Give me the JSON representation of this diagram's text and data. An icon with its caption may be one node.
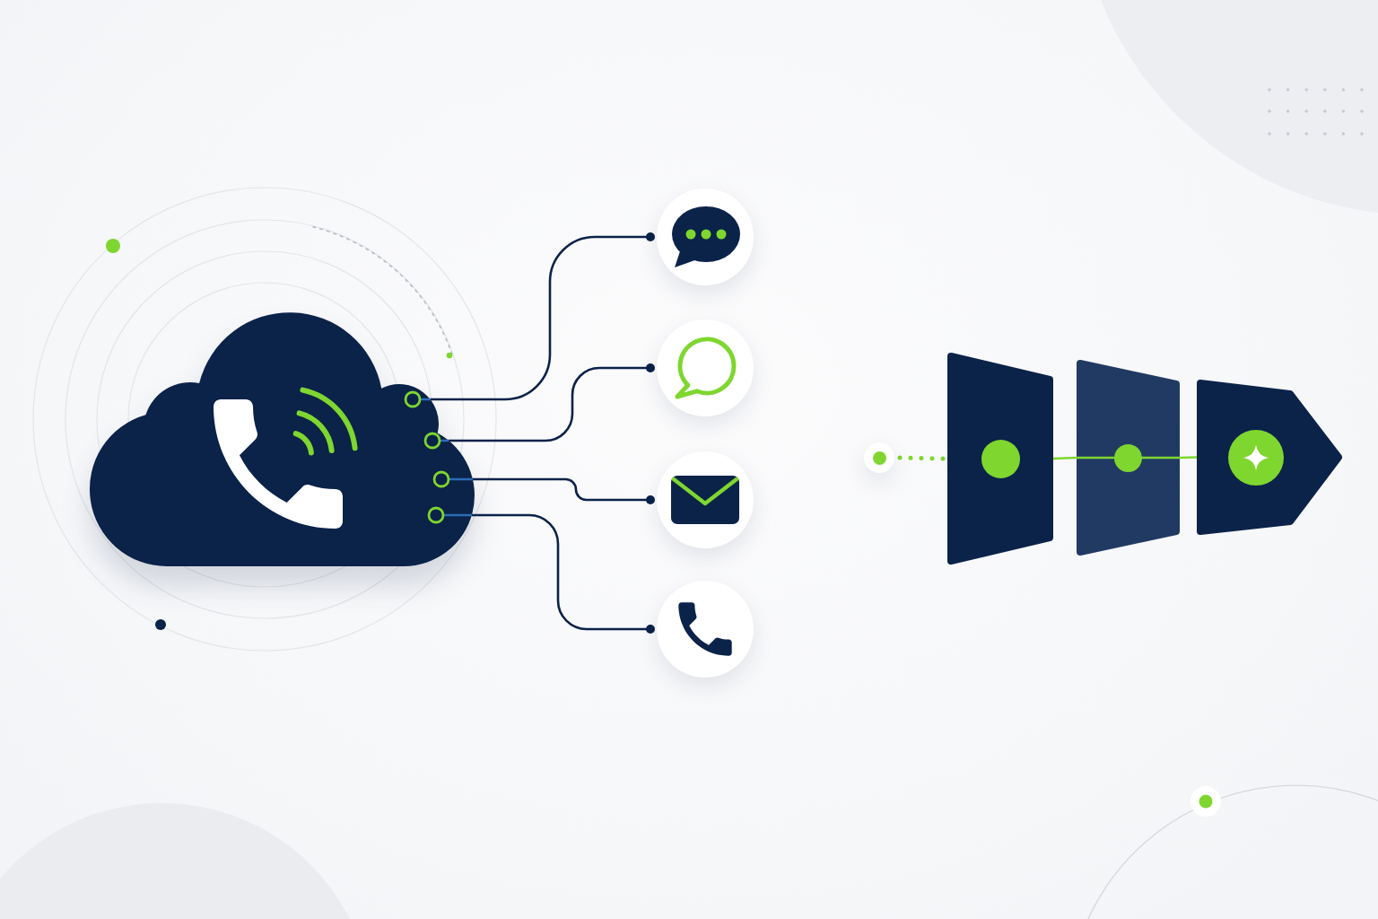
{
  "diagram": {
    "nodes": [
      {
        "text": [],
        "shape": "cloud"
      },
      {
        "text": [],
        "shape": "circle"
      },
      {
        "text": [],
        "shape": "circle"
      },
      {
        "text": [],
        "shape": "circle"
      },
      {
        "text": [],
        "shape": "circle"
      },
      {
        "text": [],
        "shape": "circle"
      },
      {
        "text": [],
        "shape": "trapezoid"
      },
      {
        "text": [],
        "shape": "trapezoid"
      },
      {
        "text": [],
        "shape": "pentagon"
      }
    ],
    "edges": [
      {
        "from": 0,
        "to": 1,
        "arrow": "other"
      },
      {
        "from": 0,
        "to": 2,
        "arrow": "other"
      },
      {
        "from": 0,
        "to": 3,
        "arrow": "other"
      },
      {
        "from": 0,
        "to": 4,
        "arrow": "other"
      },
      {
        "from": 5,
        "to": 6,
        "arrow": "none",
        "style": "dashed",
        "color": "#7ed62f"
      },
      {
        "from": 6,
        "to": 7,
        "arrow": "none",
        "color": "#7ed62f"
      },
      {
        "from": 7,
        "to": 8,
        "arrow": "none",
        "color": "#7ed62f"
      }
    ]
  }
}
